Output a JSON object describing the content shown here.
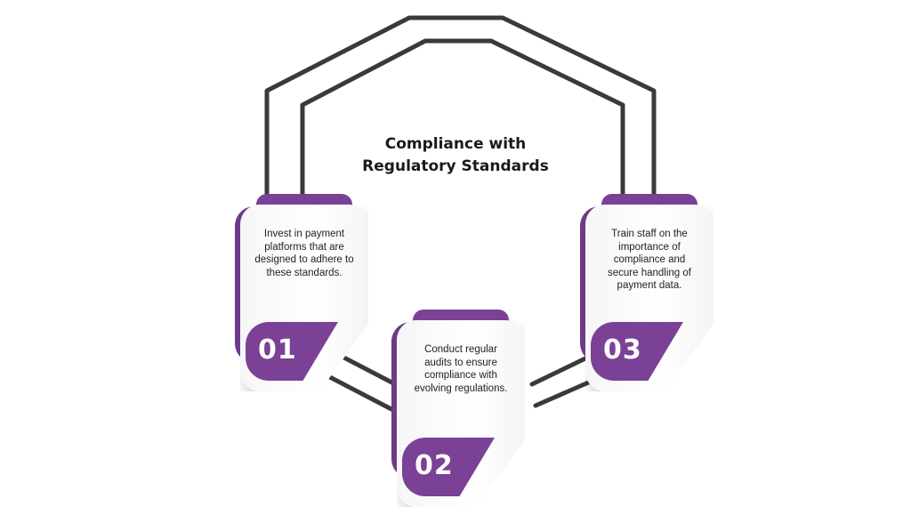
{
  "title": {
    "line1": "Compliance with",
    "line2": "Regulatory Standards"
  },
  "colors": {
    "accent": "#7a4196",
    "accent_dark": "#6d3a8a",
    "line": "#3a3a3a"
  },
  "steps": [
    {
      "number": "01",
      "text": "Invest in payment platforms that are designed to adhere to these standards."
    },
    {
      "number": "02",
      "text": "Conduct regular audits to ensure compliance with evolving regulations."
    },
    {
      "number": "03",
      "text": "Train staff on the importance of compliance and secure handling of payment data."
    }
  ]
}
